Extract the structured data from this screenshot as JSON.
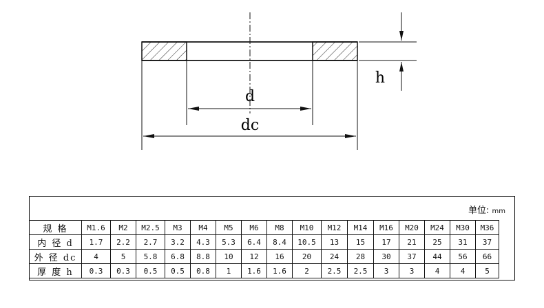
{
  "diagram": {
    "label_d": "d",
    "label_dc": "dc",
    "label_h": "h"
  },
  "table": {
    "unit_label": "单位:",
    "unit_value": "mm",
    "row_headers": [
      "规 格",
      "内 径 d",
      "外 径 dc",
      "厚 度 h"
    ],
    "sizes": [
      "M1.6",
      "M2",
      "M2.5",
      "M3",
      "M4",
      "M5",
      "M6",
      "M8",
      "M10",
      "M12",
      "M14",
      "M16",
      "M20",
      "M24",
      "M30",
      "M36"
    ],
    "inner_diameter": [
      "1.7",
      "2.2",
      "2.7",
      "3.2",
      "4.3",
      "5.3",
      "6.4",
      "8.4",
      "10.5",
      "13",
      "15",
      "17",
      "21",
      "25",
      "31",
      "37"
    ],
    "outer_diameter": [
      "4",
      "5",
      "5.8",
      "6.8",
      "8.8",
      "10",
      "12",
      "16",
      "20",
      "24",
      "28",
      "30",
      "37",
      "44",
      "56",
      "66"
    ],
    "thickness": [
      "0.3",
      "0.3",
      "0.5",
      "0.5",
      "0.8",
      "1",
      "1.6",
      "1.6",
      "2",
      "2.5",
      "2.5",
      "3",
      "3",
      "4",
      "4",
      "5"
    ]
  }
}
